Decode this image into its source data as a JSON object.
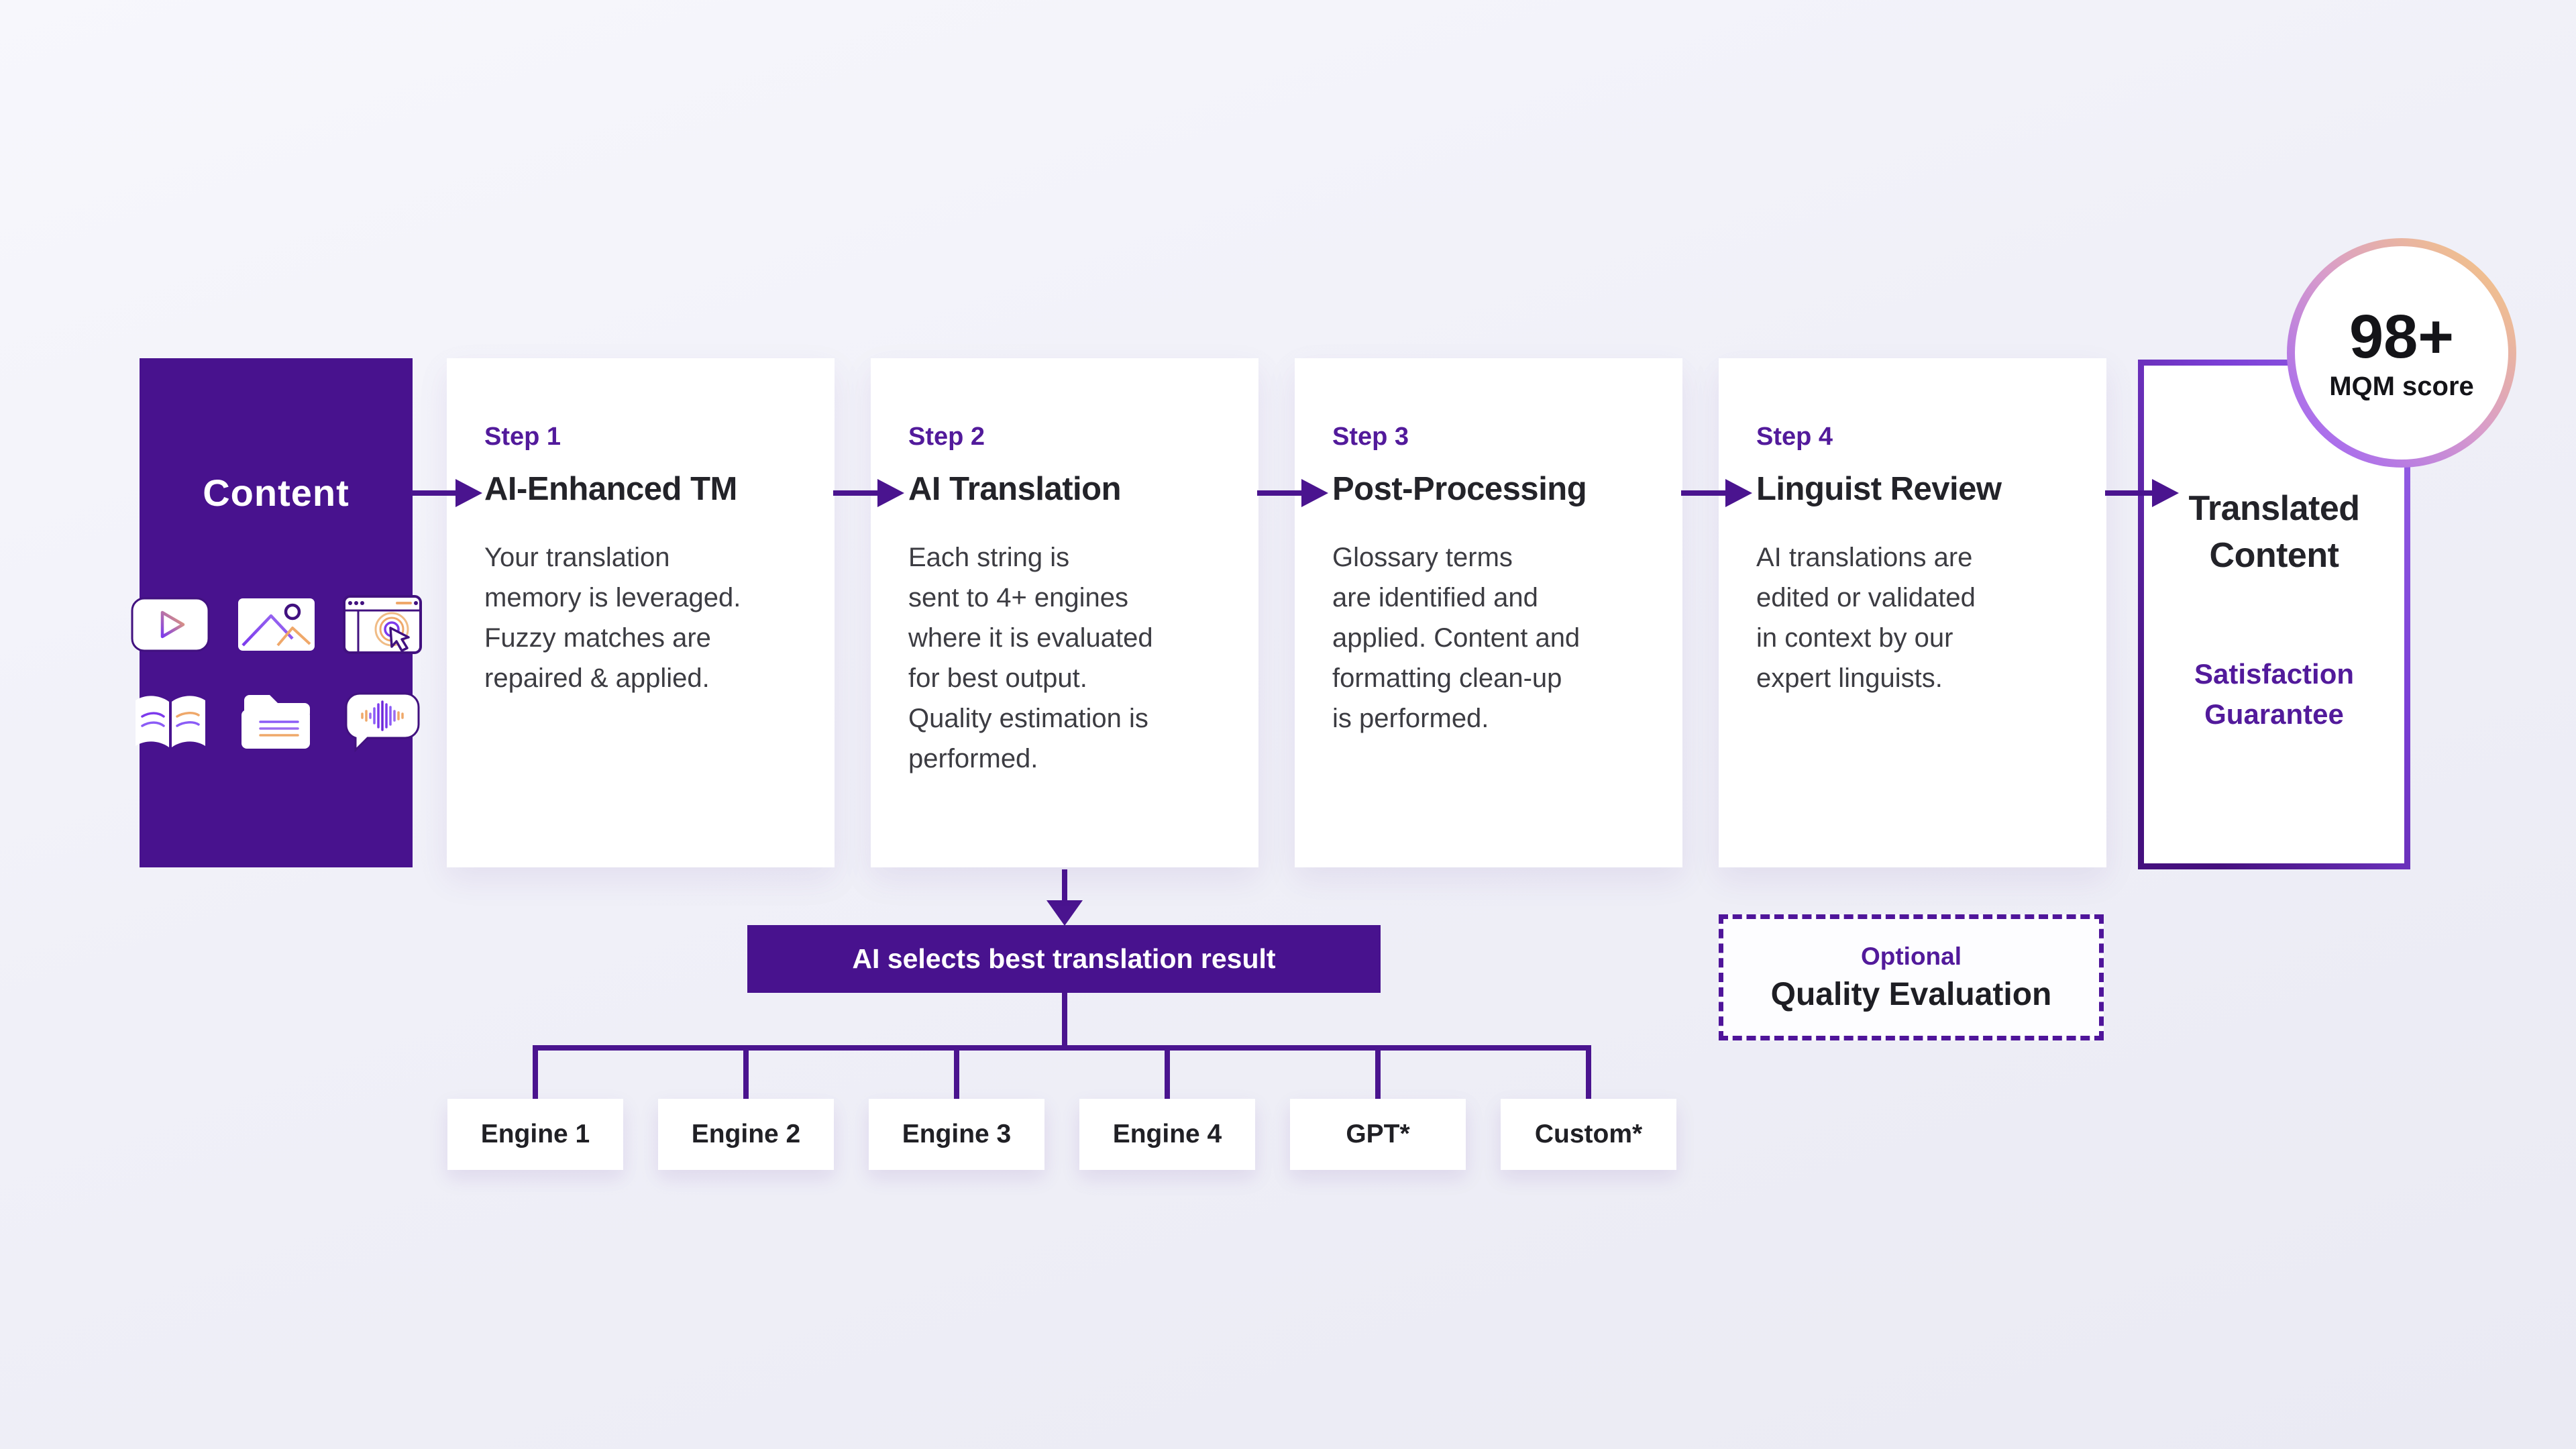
{
  "content_box": {
    "title": "Content"
  },
  "icons": [
    {
      "name": "video-icon"
    },
    {
      "name": "image-icon"
    },
    {
      "name": "web-click-icon"
    },
    {
      "name": "book-icon"
    },
    {
      "name": "folder-icon"
    },
    {
      "name": "voice-message-icon"
    }
  ],
  "steps": [
    {
      "label": "Step 1",
      "title": "AI-Enhanced TM",
      "description": "Your translation\nmemory is leveraged.\nFuzzy matches are\nrepaired & applied."
    },
    {
      "label": "Step 2",
      "title": "AI Translation",
      "description": "Each string is\nsent to 4+ engines\nwhere it is evaluated\nfor best output.\nQuality estimation is\nperformed."
    },
    {
      "label": "Step 3",
      "title": "Post-Processing",
      "description": "Glossary terms\nare identified and\napplied. Content and\nformatting clean-up\nis performed."
    },
    {
      "label": "Step 4",
      "title": "Linguist Review",
      "description": "AI translations are\nedited or validated\nin context by our\nexpert linguists."
    }
  ],
  "translated_box": {
    "title": "Translated\nContent",
    "subtitle": "Satisfaction\nGuarantee"
  },
  "badge": {
    "score": "98+",
    "label": "MQM score"
  },
  "banner": {
    "text": "AI selects best translation result"
  },
  "engines": [
    {
      "label": "Engine 1"
    },
    {
      "label": "Engine 2"
    },
    {
      "label": "Engine 3"
    },
    {
      "label": "Engine 4"
    },
    {
      "label": "GPT*"
    },
    {
      "label": "Custom*"
    }
  ],
  "optional_box": {
    "label": "Optional",
    "title": "Quality Evaluation"
  },
  "colors": {
    "purple": "#48128E",
    "purple_bright": "#521A9B",
    "arrow": "#4A148F",
    "badge_gradient_start": "#A468F0",
    "badge_gradient_end": "#F3C388",
    "background": "#F0F0F8"
  }
}
